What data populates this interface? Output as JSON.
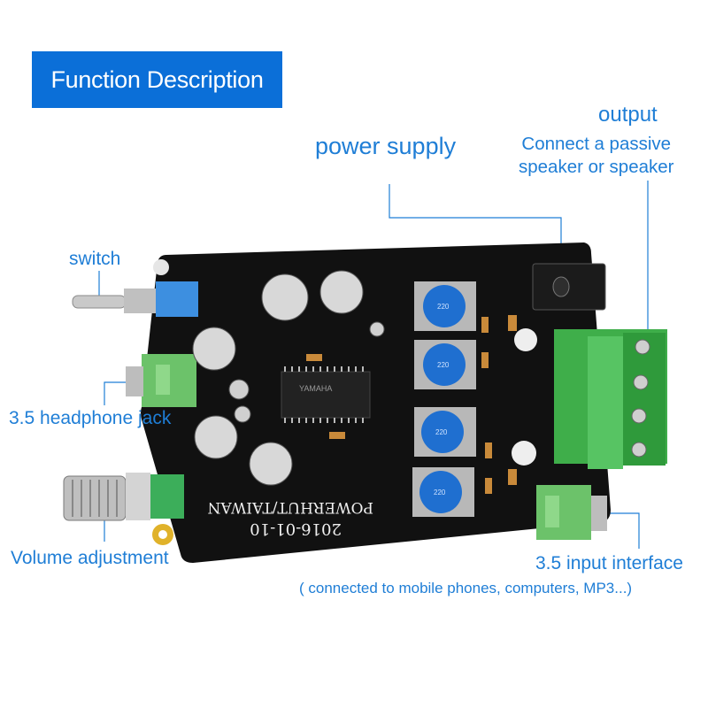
{
  "title": "Function Description",
  "labels": {
    "output": "output",
    "power_supply": "power supply",
    "output_desc_line1": "Connect a passive",
    "output_desc_line2": "speaker or speaker",
    "switch": "switch",
    "headphone_jack": "3.5 headphone jack",
    "volume": "Volume adjustment",
    "input": "3.5 input interface",
    "input_desc": "( connected to mobile phones, computers, MP3...)"
  },
  "board_text": {
    "date": "2016-01-10",
    "maker": "POWERHUT/TAIWAN",
    "chip": "YAMAHA",
    "inductor_code": "220"
  },
  "colors": {
    "title_bg": "#0b6fd8",
    "label_text": "#1f7ed6",
    "pcb": "#111111",
    "terminal_green": "#3fae4a",
    "inductor_blue": "#1f6fd0"
  }
}
